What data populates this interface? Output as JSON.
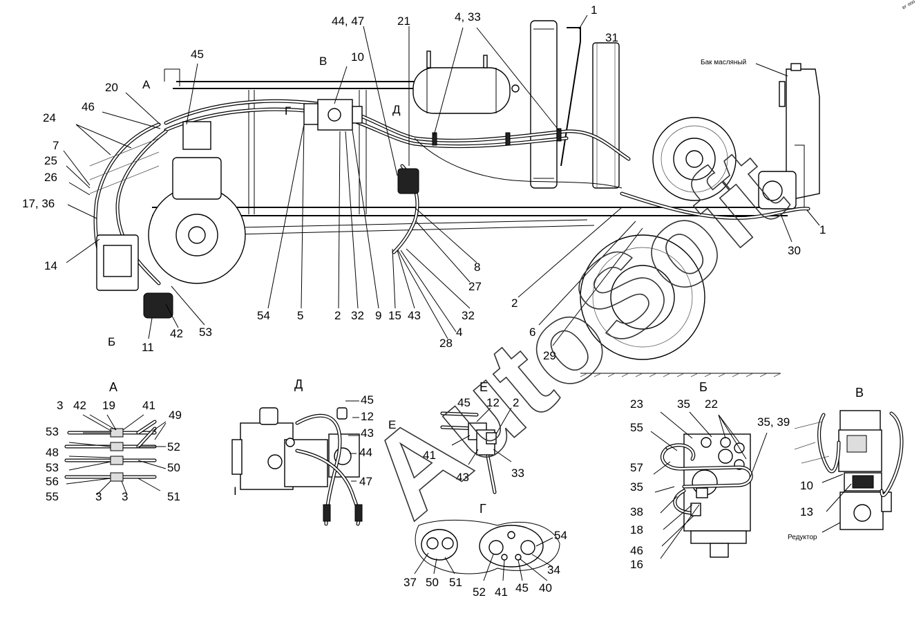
{
  "main_labels": {
    "l1_top": "1",
    "l31": "31",
    "l4_33": "4, 33",
    "l21": "21",
    "l44_47": "44, 47",
    "lV": "В",
    "l10": "10",
    "l45": "45",
    "lA": "А",
    "l20": "20",
    "l46": "46",
    "lG": "Г",
    "lD": "Д",
    "l24": "24",
    "l7": "7",
    "l25": "25",
    "l26": "26",
    "l17_36": "17, 36",
    "l14": "14",
    "l54": "54",
    "l5": "5",
    "l2a": "2",
    "l32a": "32",
    "l9": "9",
    "l15": "15",
    "l43": "43",
    "l32b": "32",
    "l8": "8",
    "l27": "27",
    "l2b": "2",
    "l6": "6",
    "l29": "29",
    "l4b": "4",
    "l28": "28",
    "lB": "Б",
    "l11": "11",
    "l42": "42",
    "l53": "53",
    "l30": "30",
    "l1_right": "1"
  },
  "tank_label": "Бак масляный",
  "view_a": {
    "title": "А",
    "labels": {
      "l3a": "3",
      "l42": "42",
      "l19": "19",
      "l41": "41",
      "l49": "49",
      "l53a": "53",
      "l52": "52",
      "l48": "48",
      "l53b": "53",
      "l50": "50",
      "l56": "56",
      "l55": "55",
      "l3b": "3",
      "l3c": "3",
      "l51": "51"
    }
  },
  "view_d": {
    "title": "Д",
    "labels": {
      "l45": "45",
      "l12": "12",
      "l43": "43",
      "lE": "Е",
      "l44": "44",
      "l47": "47",
      "lI": "I"
    }
  },
  "view_e": {
    "title": "Е",
    "labels": {
      "l45": "45",
      "l12": "12",
      "l2": "2",
      "l41": "41",
      "l43": "43",
      "l33": "33"
    }
  },
  "view_g": {
    "title": "Г",
    "labels": {
      "l54": "54",
      "l34": "34",
      "l37": "37",
      "l50": "50",
      "l51": "51",
      "l52": "52",
      "l41": "41",
      "l45": "45",
      "l40": "40"
    }
  },
  "view_b": {
    "title": "Б",
    "labels": {
      "l23": "23",
      "l35a": "35",
      "l22": "22",
      "l35_39": "35, 39",
      "l55": "55",
      "l57": "57",
      "l35b": "35",
      "l38": "38",
      "l18": "18",
      "l46": "46",
      "l16": "16"
    }
  },
  "view_v": {
    "title": "В",
    "labels": {
      "l10": "10",
      "l13": "13",
      "reducer": "Редуктор"
    }
  },
  "watermark": "AutoSoft",
  "corner_mark": "ᵉʳ ᵒᵒᵒ"
}
